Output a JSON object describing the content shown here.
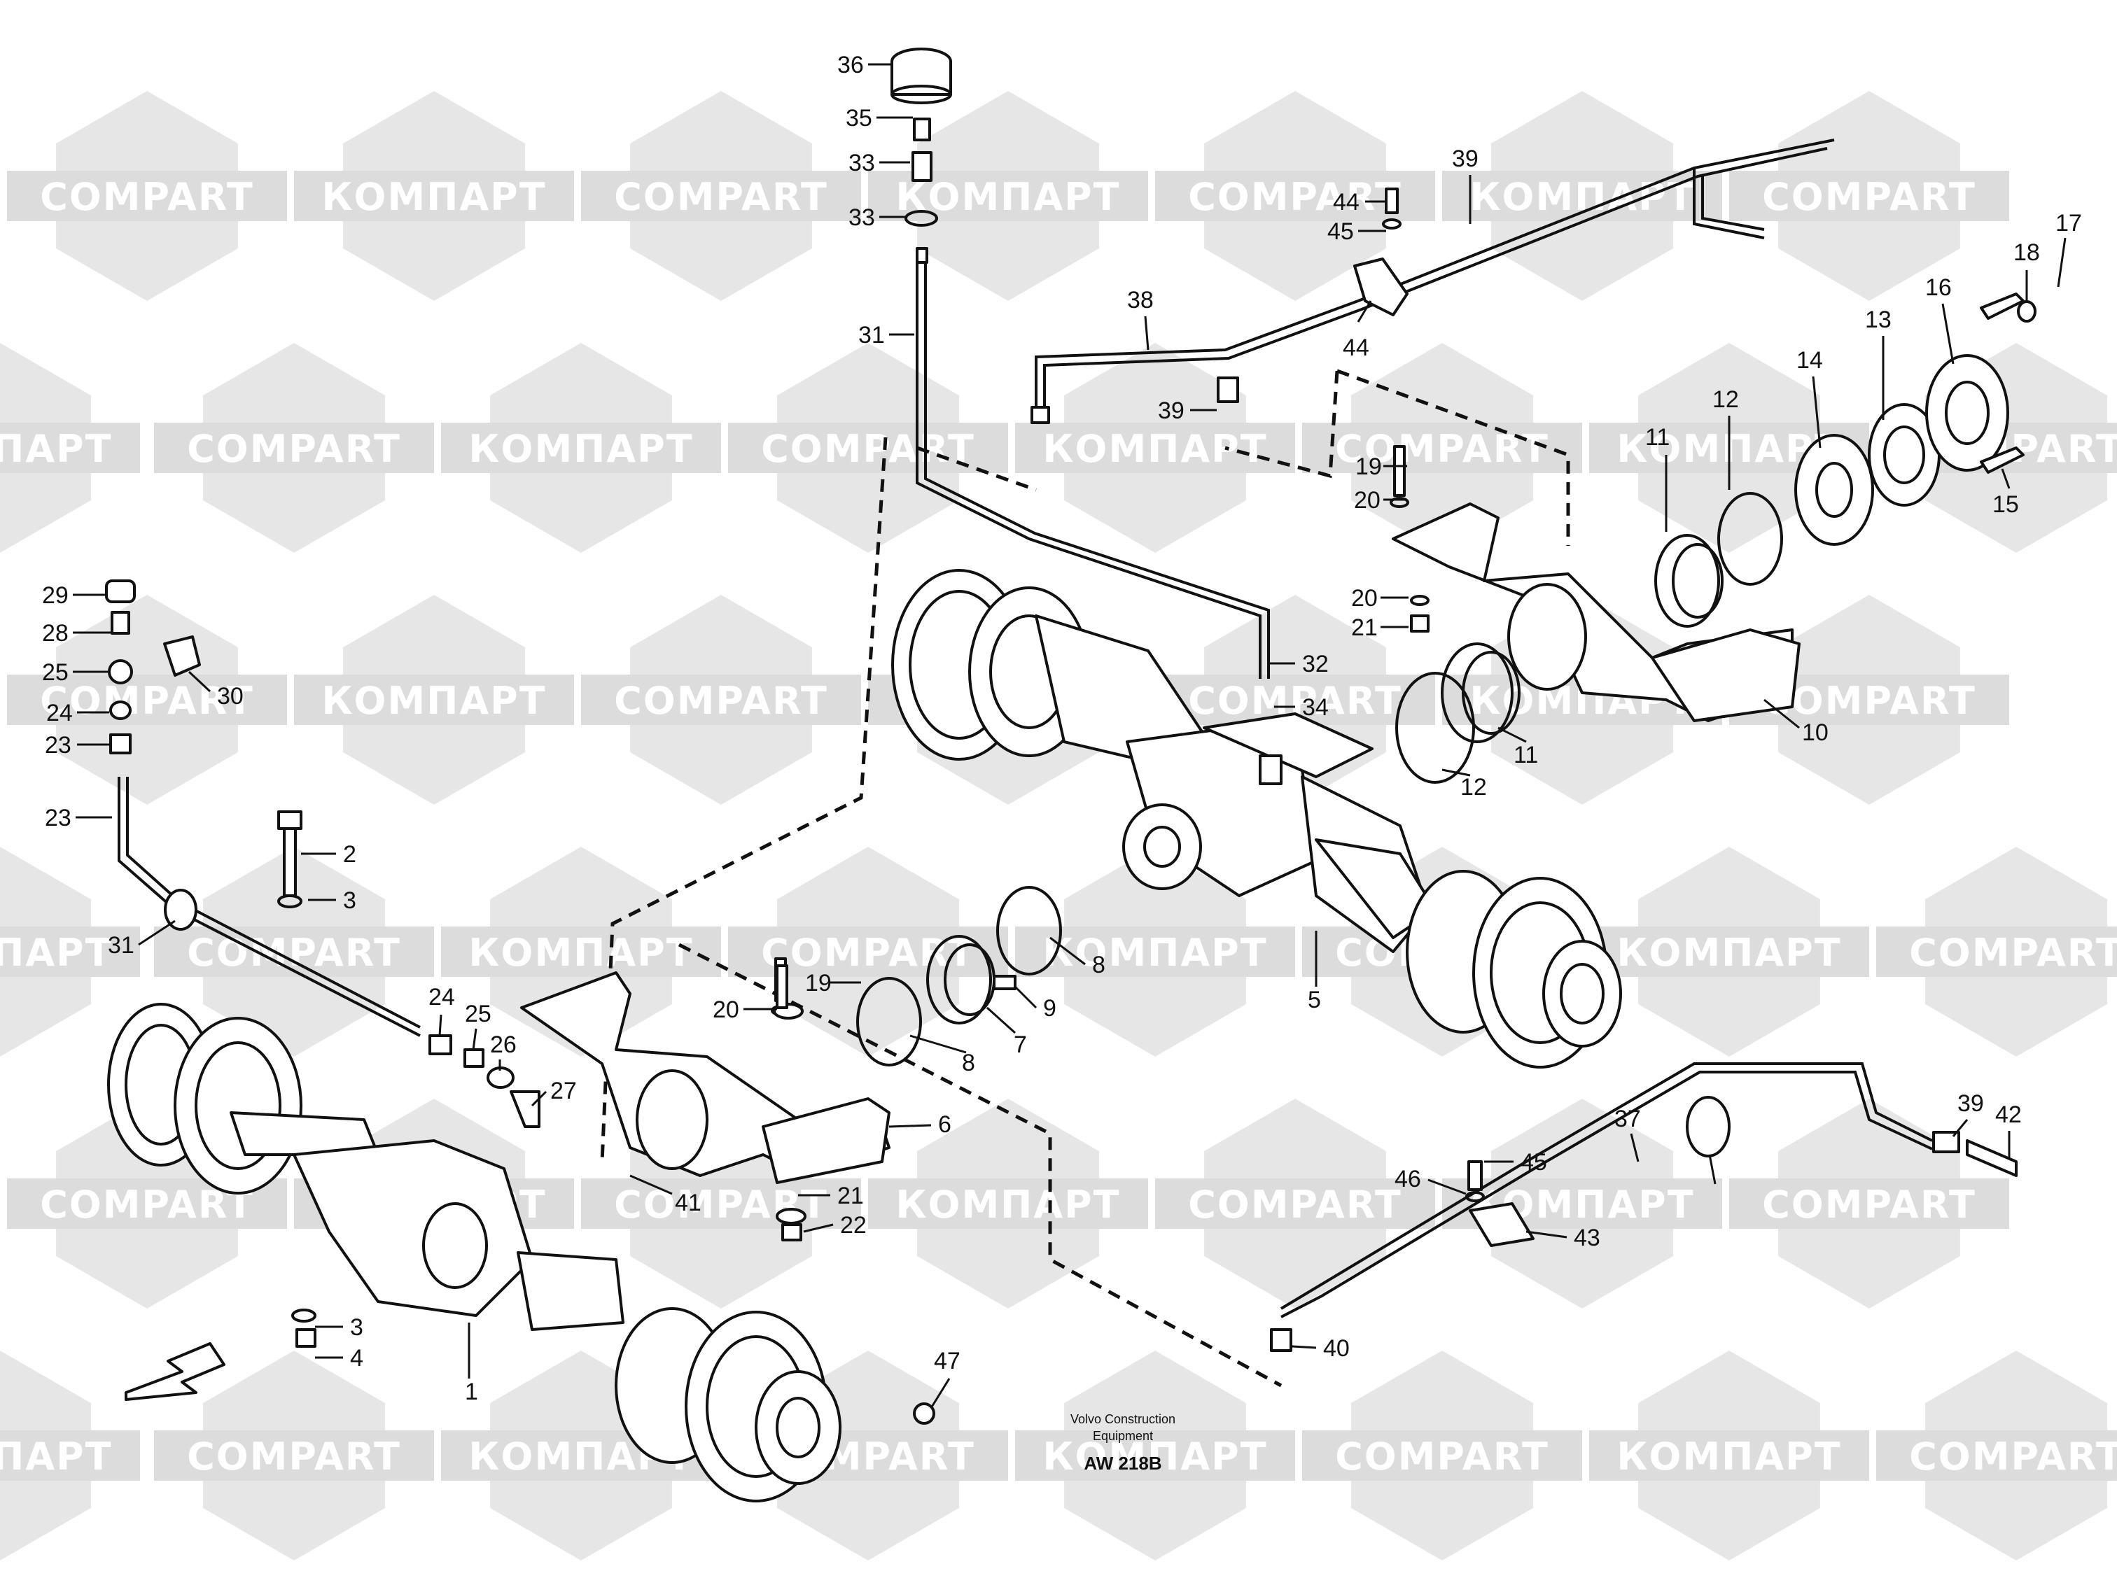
{
  "watermark": {
    "text_cyrillic": "КОМПАРТ",
    "text_latin": "COMPART"
  },
  "callouts": [
    "1",
    "2",
    "3",
    "3",
    "4",
    "5",
    "6",
    "7",
    "8",
    "8",
    "9",
    "10",
    "11",
    "11",
    "12",
    "12",
    "13",
    "14",
    "15",
    "16",
    "17",
    "18",
    "19",
    "19",
    "20",
    "20",
    "20",
    "21",
    "21",
    "22",
    "23",
    "23",
    "24",
    "24",
    "25",
    "25",
    "26",
    "27",
    "28",
    "29",
    "30",
    "31",
    "31",
    "32",
    "33",
    "33",
    "34",
    "35",
    "36",
    "37",
    "38",
    "39",
    "39",
    "39",
    "40",
    "41",
    "42",
    "43",
    "44",
    "44",
    "45",
    "45",
    "46",
    "47"
  ],
  "footer": {
    "line1": "Volvo Construction",
    "line2": "Equipment",
    "code": "AW 218B"
  },
  "direction_arrow": "arrow-left-down-icon"
}
